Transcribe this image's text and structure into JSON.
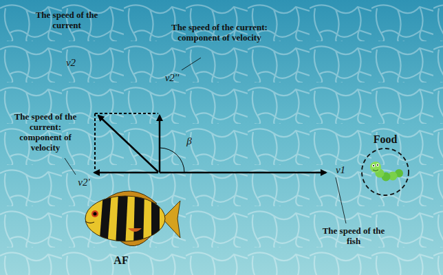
{
  "diagram": {
    "labels": [
      "The speed of the current",
      "v2",
      "The speed of the current: component of velocity",
      "v2''",
      "The speed of the current: component of velocity",
      "v2'",
      "β",
      "v1",
      "The speed of the fish",
      "Food",
      "AF"
    ]
  }
}
